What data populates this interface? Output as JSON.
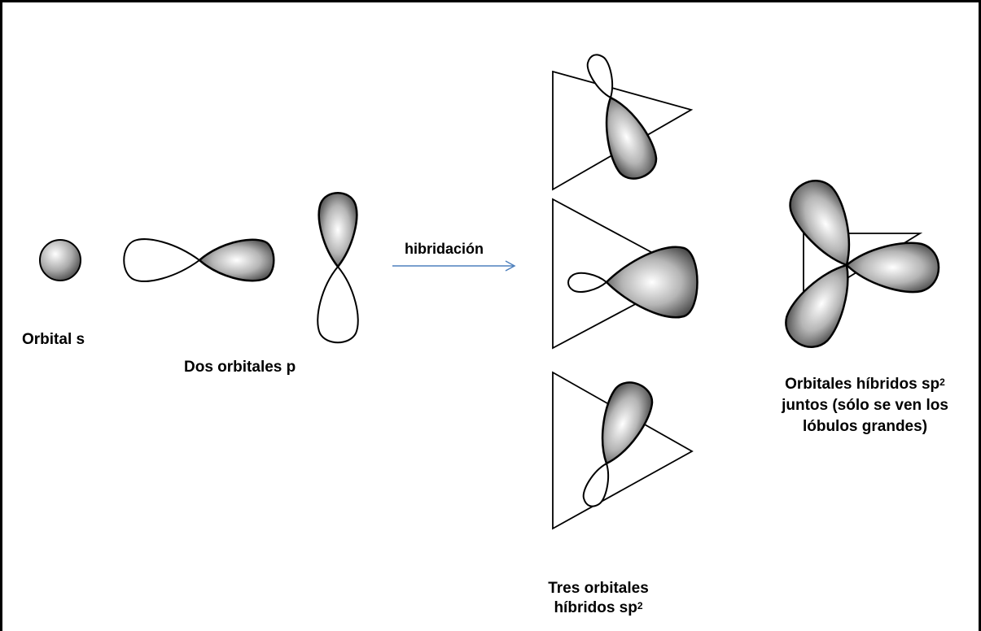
{
  "labels": {
    "orbital_s": "Orbital s",
    "dos_orbitales_p": "Dos orbitales p",
    "hibridacion": "hibridación",
    "tres_line1": "Tres orbitales",
    "tres_line2": "híbridos sp",
    "tres_sup": "2",
    "juntos_line1": "Orbitales híbridos sp",
    "juntos_sup": "2",
    "juntos_line2": "juntos (sólo se ven los",
    "juntos_line3": "lóbulos grandes)"
  },
  "colors": {
    "arrow": "#4f81bd",
    "outline": "#000000",
    "shade_dark": "#3a3a3a",
    "shade_light": "#ffffff"
  }
}
